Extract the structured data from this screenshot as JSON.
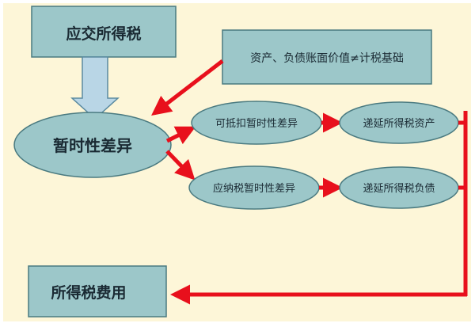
{
  "diagram": {
    "nodes": {
      "payable_tax": "应交所得税",
      "basis_diff": "资产、负债账面价值≠计税基础",
      "temp_diff": "暂时性差异",
      "deductible": "可抵扣暂时性差异",
      "taxable": "应纳税暂时性差异",
      "dta": "递延所得税资产",
      "dtl": "递延所得税负债",
      "tax_expense": "所得税费用"
    },
    "colors": {
      "background": "#fdf6d8",
      "box_fill": "#9cc7c9",
      "ellipse_fill": "#9cc7c9",
      "node_stroke": "#4a7a80",
      "arrow_red": "#e8101c",
      "arrow_blue_fill": "#b9d6e6",
      "arrow_blue_stroke": "#5a8aa0"
    }
  }
}
